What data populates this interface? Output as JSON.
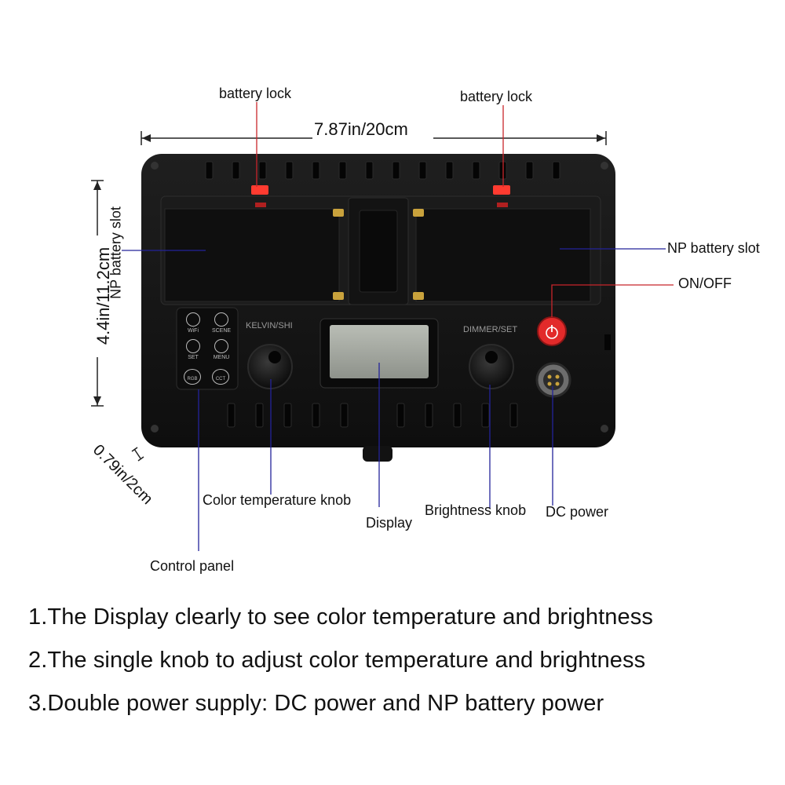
{
  "labels": {
    "battery_lock_left": "battery lock",
    "battery_lock_right": "battery lock",
    "width": "7.87in/20cm",
    "height": "4.4in/11.2cm",
    "np_slot_left": "NP battery slot",
    "np_slot_right": "NP battery slot",
    "on_off": "ON/OFF",
    "depth": "0.79in/2cm",
    "color_temp_knob": "Color temperature knob",
    "display": "Display",
    "brightness_knob": "Brightness knob",
    "dc_power": "DC power",
    "control_panel": "Control panel"
  },
  "device": {
    "kelvin_label": "KELVIN/SHI",
    "dimmer_label": "DIMMER/SET",
    "buttons": [
      "WiFi",
      "SCENE",
      "SET",
      "MENU",
      "RGB",
      "CCT"
    ]
  },
  "features": [
    "1.The Display clearly to see color temperature and brightness",
    "2.The single knob to adjust color temperature and brightness",
    "3.Double power supply: DC power and NP battery power"
  ],
  "colors": {
    "body": "#161616",
    "leader_red": "#c8252b",
    "leader_blue": "#23239a",
    "power_button": "#e22a2a"
  }
}
